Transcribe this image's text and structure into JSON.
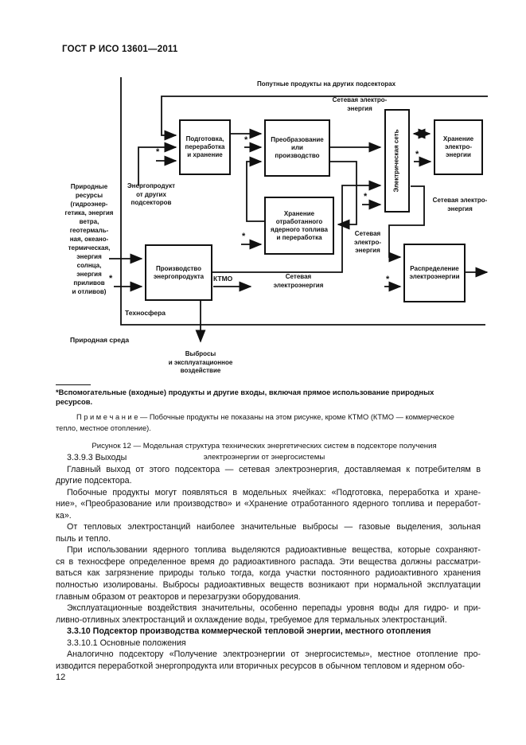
{
  "page": {
    "header": "ГОСТ Р ИСО 13601—2011",
    "number": "12"
  },
  "diagram": {
    "asterisk": "*",
    "boxes": {
      "podgotovka": "Подготовка,\nпереработка\nи хранение",
      "preobrazovanie": "Преобразование\nили\nпроизводство",
      "elektroset": "Электрическая сеть",
      "hranenie_ee": "Хранение\nэлектро-\nэнергии",
      "hranenie_yad": "Хранение\nотработанного\nядерного топлива\nи переработка",
      "proizvodstvo": "Производство\nэнергопродукта",
      "raspredelenie": "Распределение\nэлектроэнергии"
    },
    "labels": {
      "poputnye": "Попутные продукты на других подсекторах",
      "setevaya_top": "Сетевая электро-\nэнергия",
      "energoprodukt": "Энергопродукт\nот других\nподсекторов",
      "prirodnye": "Природные\nресурсы\n(гидроэнер-\nгетика, энергия\nветра,\nгеотермаль-\nная, океано-\nтермическая,\nэнергия\nсолнца,\nэнергия\nприливов\nи отливов)",
      "tehnosfera": "Техносфера",
      "prirodnaya_sreda": "Природная среда",
      "vybrosy": "Выбросы\nи эксплуатационное\nвоздействие",
      "ktmo": "КТМО",
      "setevaya_bottom": "Сетевая\nэлектроэнергия",
      "setevaya_mid": "Сетевая\nэлектро-\nэнергия",
      "setevaya_right": "Сетевая электро-\nэнергия"
    }
  },
  "figure": {
    "footnote": "*Вспомогательные (входные) продукты и другие входы, включая прямое использование природных ресурсов.",
    "note": "П р и м е ч а н и е — Побочные продукты не показаны на этом рисунке, кроме КТМО (КТМО — коммерческое\nтепло, местное отопление).",
    "caption": "Рисунок 12 — Модельная структура технических энергетических систем в подсекторе получения\nэлектроэнергии от энергосистемы"
  },
  "body": {
    "blocks": [
      {
        "style": "plain",
        "text": "3.3.9.3 Выходы"
      },
      {
        "style": "para",
        "text": "Главный выход от этого подсектора — сетевая электроэнергия, доставляемая к потребителям в\nдругие подсектора."
      },
      {
        "style": "para",
        "text": "Побочные продукты могут появляться в модельных ячейках: «Подготовка, переработка и хране-\nние», «Преобразование или производство» и «Хранение отработанного ядерного топлива и переработ-\nка»."
      },
      {
        "style": "para",
        "text": "От тепловых электростанций наиболее значительные выбросы — газовые выделения, зольная\nпыль и тепло."
      },
      {
        "style": "para",
        "text": "При использовании ядерного топлива выделяются радиоактивные вещества, которые сохраняют-\nся в техносфере определенное время до радиоактивного распада. Эти вещества должны рассматри-\nваться как загрязнение природы только тогда, когда участки постоянного радиоактивного хранения\nполностью изолированы. Выбросы радиоактивных веществ возникают при нормальной эксплуатации\nглавным образом от реакторов и перезагрузки оборудования."
      },
      {
        "style": "para",
        "text": "Эксплуатационные воздействия значительны, особенно перепады уровня воды для гидро- и при-\nливно-отливных электростанций и охлаждение воды, требуемое для термальных электростанций."
      },
      {
        "style": "bold",
        "text": "3.3.10 Подсектор производства коммерческой тепловой энергии, местного отопления"
      },
      {
        "style": "plain",
        "text": "3.3.10.1 Основные положения"
      },
      {
        "style": "para",
        "text": "Аналогично подсектору «Получение электроэнергии от энергосистемы», местное отопление про-\nизводится переработкой энергопродукта или вторичных ресурсов в обычном тепловом и ядерном обо-"
      }
    ]
  }
}
